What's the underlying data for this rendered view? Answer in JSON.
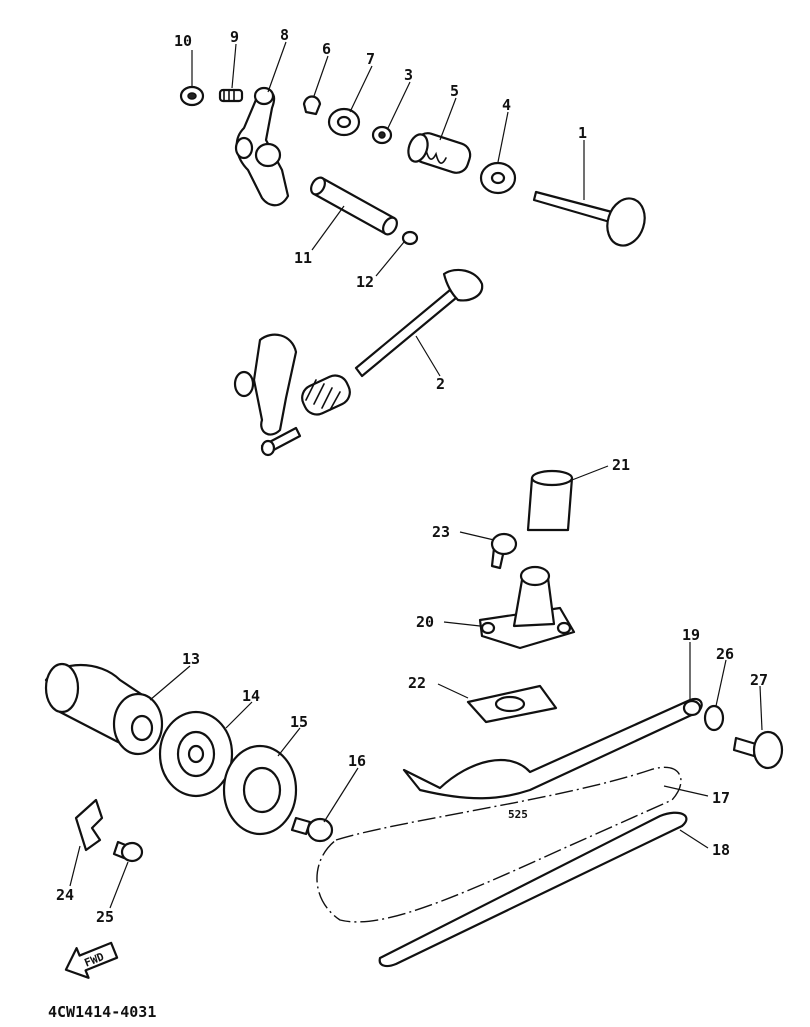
{
  "labels": {
    "p1": "1",
    "p2": "2",
    "p3": "3",
    "p4": "4",
    "p5": "5",
    "p6": "6",
    "p7": "7",
    "p8": "8",
    "p9": "9",
    "p10": "10",
    "p11": "11",
    "p12": "12",
    "p13": "13",
    "p14": "14",
    "p15": "15",
    "p16": "16",
    "p17": "17",
    "p18": "18",
    "p19": "19",
    "p20": "20",
    "p21": "21",
    "p22": "22",
    "p23": "23",
    "p24": "24",
    "p25": "25",
    "p26": "26",
    "p27": "27"
  },
  "fwd_badge": "FWD",
  "diagram_code": "4CW1414-4031"
}
